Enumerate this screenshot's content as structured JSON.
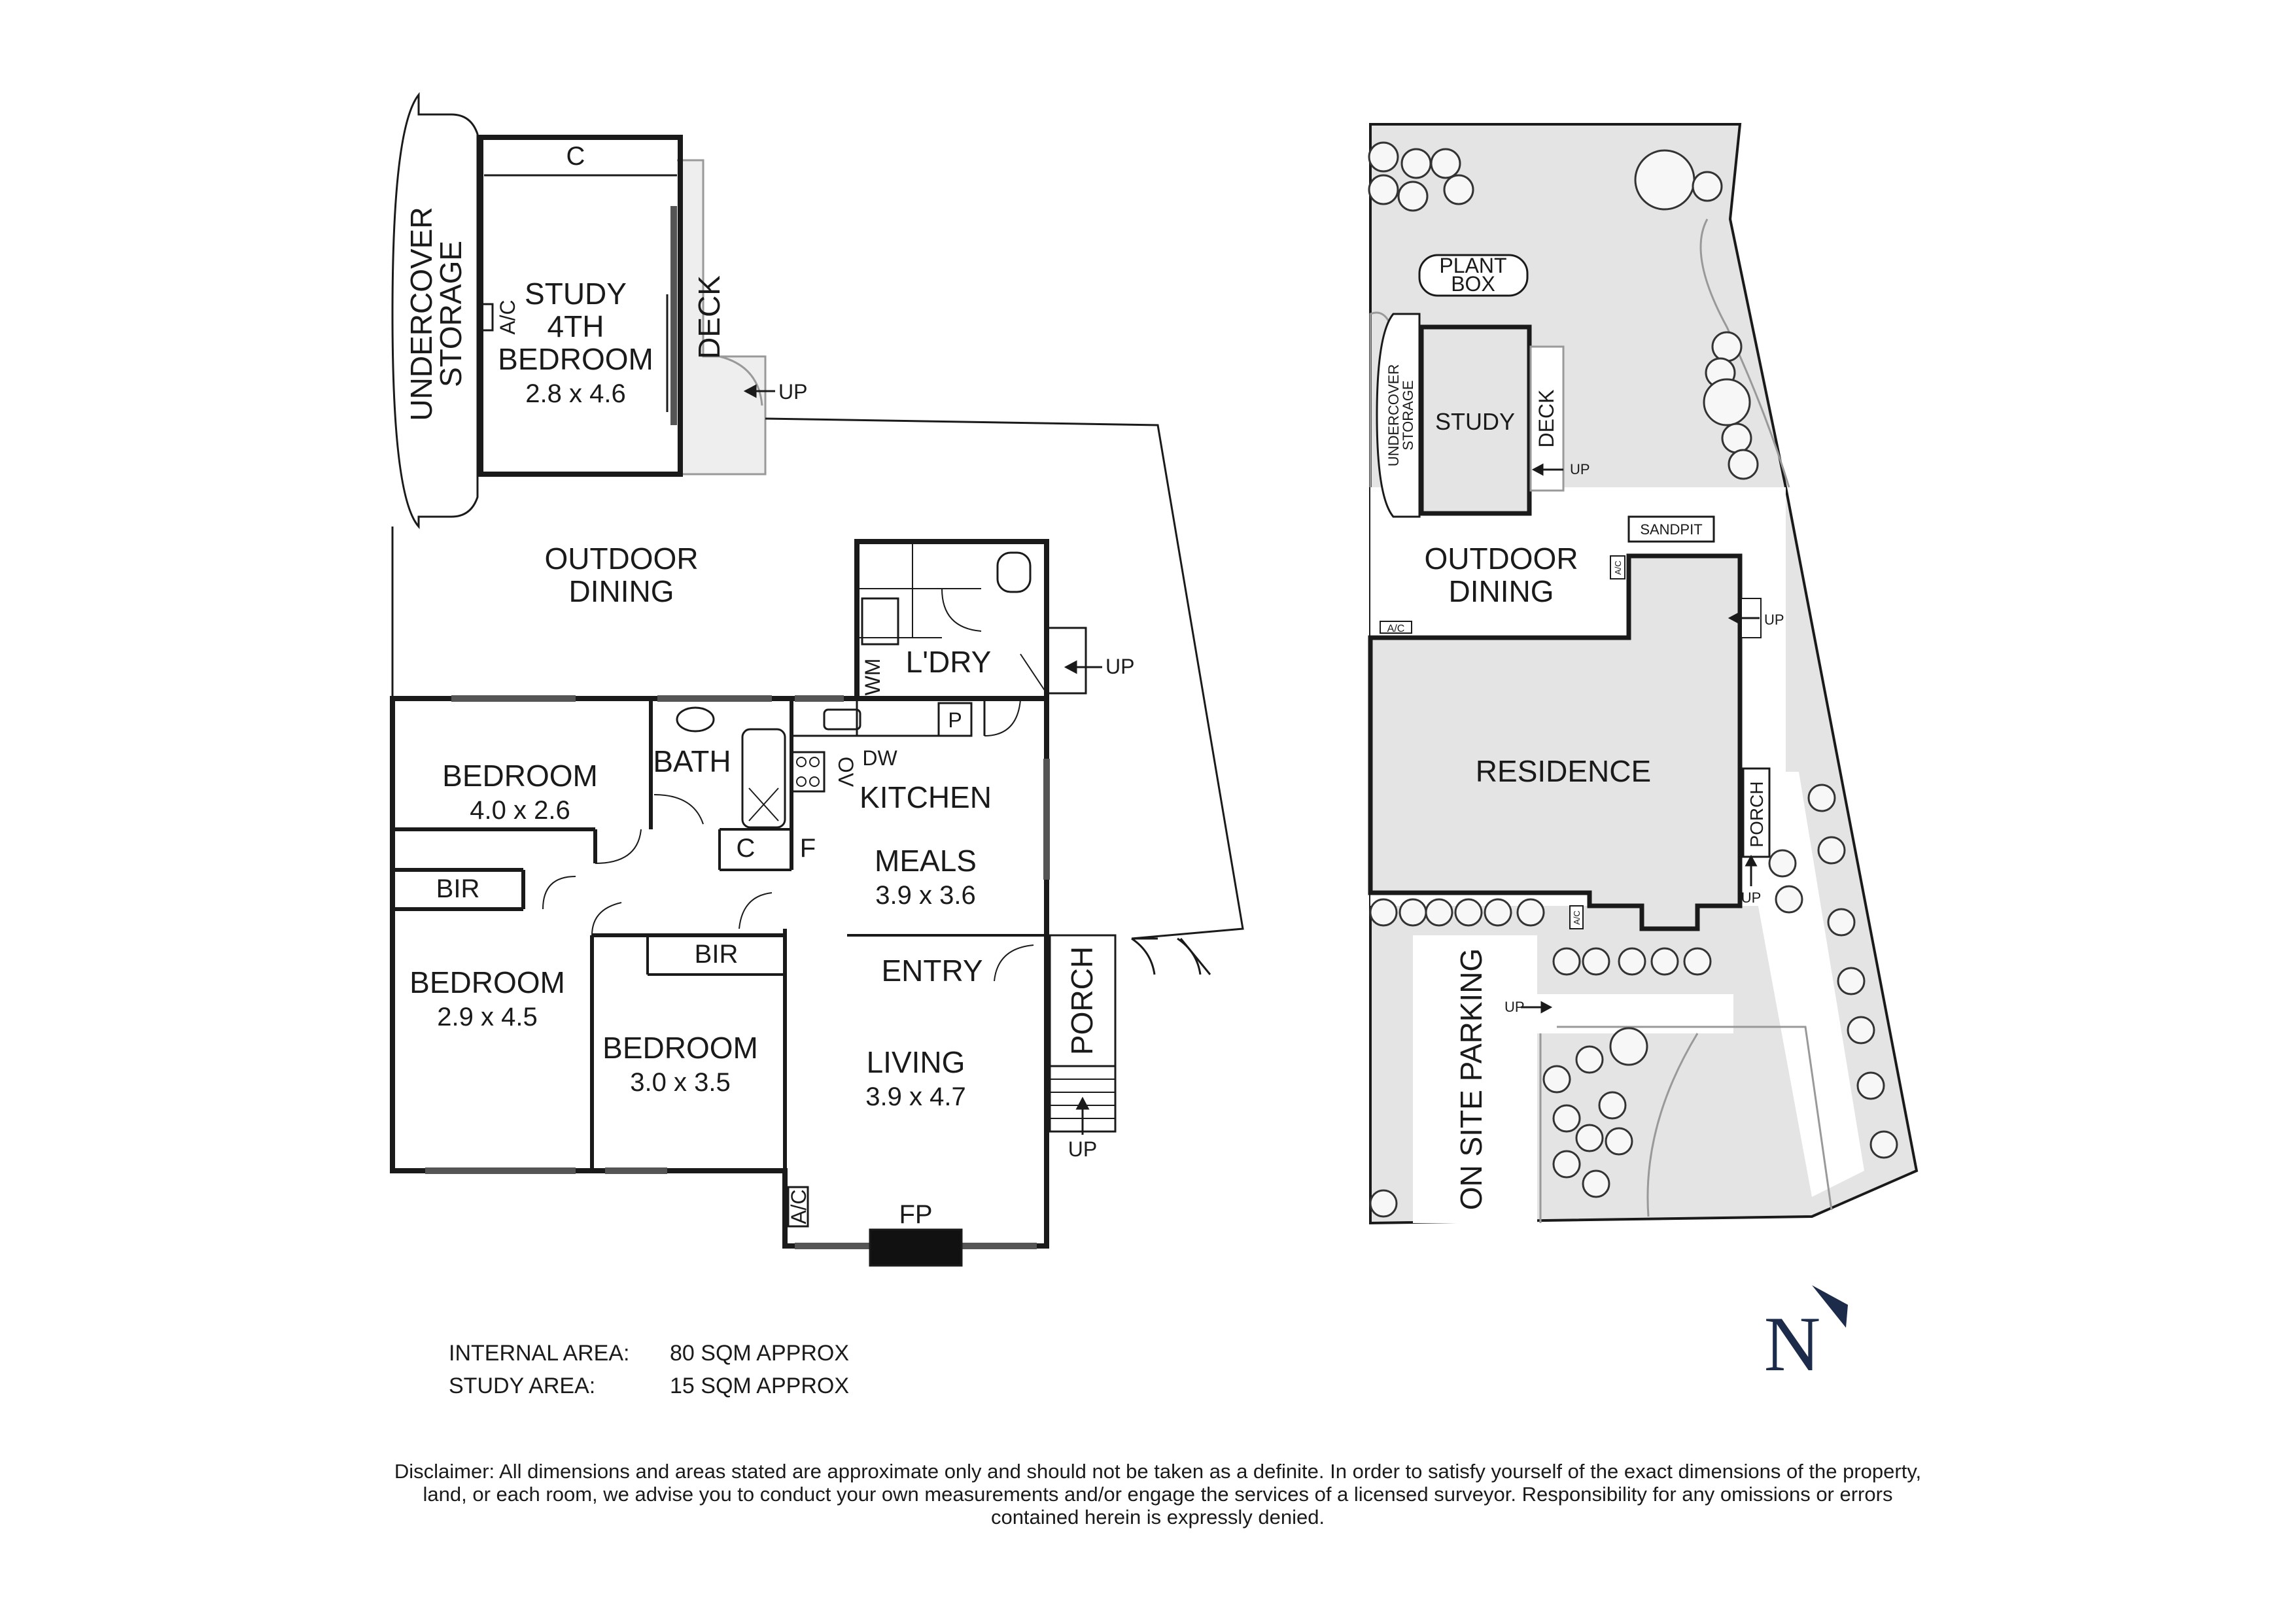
{
  "floorplan": {
    "rooms": {
      "undercover_storage_line1": "UNDERCOVER",
      "undercover_storage_line2": "STORAGE",
      "study_line1": "STUDY",
      "study_line2": "4TH",
      "study_line3": "BEDROOM",
      "study_dim": "2.8 x 4.6",
      "study_closet": "C",
      "study_ac": "A/C",
      "deck": "DECK",
      "deck_up": "UP",
      "outdoor_dining_line1": "OUTDOOR",
      "outdoor_dining_line2": "DINING",
      "laundry": "L'DRY",
      "wm": "WM",
      "laundry_up": "UP",
      "bedroom1": "BEDROOM",
      "bedroom1_dim": "4.0 x 2.6",
      "bath": "BATH",
      "pantry": "P",
      "ov": "OV",
      "dw": "DW",
      "kitchen": "KITCHEN",
      "closet_c": "C",
      "fridge": "F",
      "meals": "MEALS",
      "meals_dim": "3.9 x 3.6",
      "bir1": "BIR",
      "bir2": "BIR",
      "bedroom2": "BEDROOM",
      "bedroom2_dim": "2.9 x 4.5",
      "bedroom3": "BEDROOM",
      "bedroom3_dim": "3.0 x 3.5",
      "entry": "ENTRY",
      "living": "LIVING",
      "living_dim": "3.9 x 4.7",
      "porch": "PORCH",
      "porch_up": "UP",
      "living_ac": "A/C",
      "fireplace": "FP"
    },
    "areas": {
      "internal_label": "INTERNAL AREA:",
      "internal_value": "80 SQM APPROX",
      "study_label": "STUDY AREA:",
      "study_value": "15 SQM APPROX"
    }
  },
  "siteplan": {
    "plant_box_line1": "PLANT",
    "plant_box_line2": "BOX",
    "undercover_line1": "UNDERCOVER",
    "undercover_line2": "STORAGE",
    "study": "STUDY",
    "deck": "DECK",
    "deck_up": "UP",
    "sandpit": "SANDPIT",
    "outdoor_dining_line1": "OUTDOOR",
    "outdoor_dining_line2": "DINING",
    "ac_left": "A/C",
    "ac_right": "A/C",
    "ac_bottom": "A/C",
    "side_up": "UP",
    "residence": "RESIDENCE",
    "porch": "PORCH",
    "porch_up": "UP",
    "parking": "ON SITE PARKING",
    "parking_up": "UP"
  },
  "compass": {
    "letter": "N",
    "color": "#1c2b4a"
  },
  "disclaimer": "Disclaimer: All dimensions and areas stated are approximate only and should not be taken as a definite. In order to satisfy yourself of the exact dimensions of the property, land, or each room, we advise you to conduct your own measurements and/or engage the services of a licensed surveyor. Responsibility for any omissions or errors contained herein is expressly denied.",
  "colors": {
    "wall": "#1a1a1a",
    "site_fill": "#e4e4e4",
    "deck_fill": "#ececec",
    "fireplace": "#111111"
  }
}
